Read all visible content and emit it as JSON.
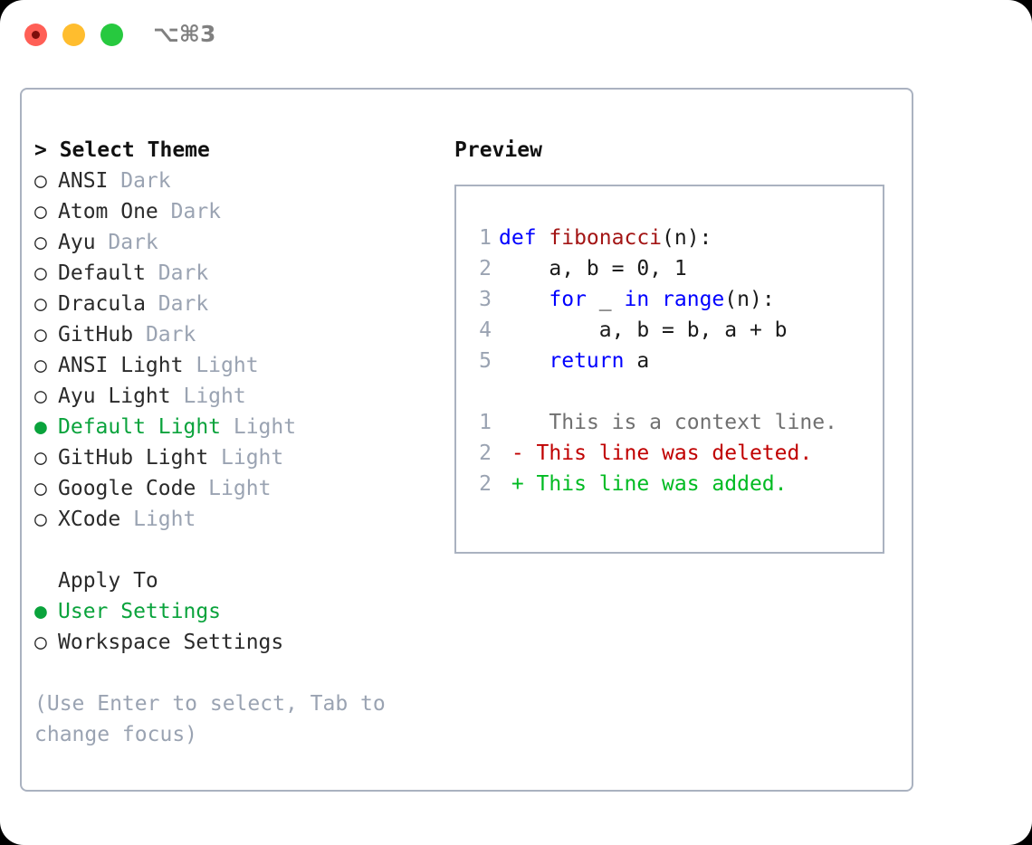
{
  "titlebar": {
    "shortcut": "⌥⌘3",
    "lights": [
      {
        "name": "close",
        "color": "#ff5f56"
      },
      {
        "name": "minimize",
        "color": "#ffbd2e"
      },
      {
        "name": "maximize",
        "color": "#27c93f"
      }
    ]
  },
  "theme_picker": {
    "header": "> Select Theme",
    "marker_selected": "●",
    "marker_unselected": "○",
    "items": [
      {
        "label": "ANSI",
        "tag": "Dark",
        "selected": false
      },
      {
        "label": "Atom One",
        "tag": "Dark",
        "selected": false
      },
      {
        "label": "Ayu",
        "tag": "Dark",
        "selected": false
      },
      {
        "label": "Default",
        "tag": "Dark",
        "selected": false
      },
      {
        "label": "Dracula",
        "tag": "Dark",
        "selected": false
      },
      {
        "label": "GitHub",
        "tag": "Dark",
        "selected": false
      },
      {
        "label": "ANSI Light",
        "tag": "Light",
        "selected": false
      },
      {
        "label": "Ayu Light",
        "tag": "Light",
        "selected": false
      },
      {
        "label": "Default Light",
        "tag": "Light",
        "selected": true
      },
      {
        "label": "GitHub Light",
        "tag": "Light",
        "selected": false
      },
      {
        "label": "Google Code",
        "tag": "Light",
        "selected": false
      },
      {
        "label": "XCode",
        "tag": "Light",
        "selected": false
      }
    ]
  },
  "apply_to": {
    "header": "Apply To",
    "items": [
      {
        "label": "User Settings",
        "selected": true
      },
      {
        "label": "Workspace Settings",
        "selected": false
      }
    ]
  },
  "hint": "(Use Enter to select, Tab to change focus)",
  "preview": {
    "title": "Preview",
    "code_lines": [
      {
        "num": "1",
        "tokens": [
          {
            "t": "def ",
            "c": "kw"
          },
          {
            "t": "fibonacci",
            "c": "fn"
          },
          {
            "t": "(n):",
            "c": "pl"
          }
        ]
      },
      {
        "num": "2",
        "tokens": [
          {
            "t": "    a, b = 0, 1",
            "c": "pl"
          }
        ]
      },
      {
        "num": "3",
        "tokens": [
          {
            "t": "    ",
            "c": "pl"
          },
          {
            "t": "for",
            "c": "kw"
          },
          {
            "t": " _ ",
            "c": "pl"
          },
          {
            "t": "in",
            "c": "kw"
          },
          {
            "t": " ",
            "c": "pl"
          },
          {
            "t": "range",
            "c": "kw"
          },
          {
            "t": "(n):",
            "c": "pl"
          }
        ]
      },
      {
        "num": "4",
        "tokens": [
          {
            "t": "        a, b = b, a + b",
            "c": "pl"
          }
        ]
      },
      {
        "num": "5",
        "tokens": [
          {
            "t": "    ",
            "c": "pl"
          },
          {
            "t": "return",
            "c": "kw"
          },
          {
            "t": " a",
            "c": "pl"
          }
        ]
      }
    ],
    "diff_lines": [
      {
        "num": "1",
        "sign": " ",
        "text": "  This is a context line.",
        "kind": "ctx"
      },
      {
        "num": "2",
        "sign": "-",
        "text": " This line was deleted.",
        "kind": "del"
      },
      {
        "num": "2",
        "sign": "+",
        "text": " This line was added.",
        "kind": "add"
      }
    ]
  },
  "colors": {
    "accent_green": "#0aa33c",
    "muted_grey": "#9aa3b2",
    "border": "#aab2c0",
    "keyword_blue": "#0000ff",
    "function_red": "#a31515",
    "diff_deleted": "#c00000",
    "diff_added": "#00bb22",
    "diff_context": "#707070"
  }
}
